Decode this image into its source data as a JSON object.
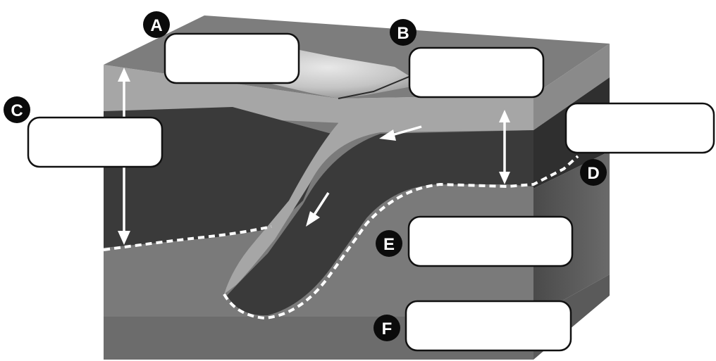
{
  "diagram": {
    "markers": [
      {
        "id": "A",
        "letter": "A"
      },
      {
        "id": "B",
        "letter": "B"
      },
      {
        "id": "C",
        "letter": "C"
      },
      {
        "id": "D",
        "letter": "D"
      },
      {
        "id": "E",
        "letter": "E"
      },
      {
        "id": "F",
        "letter": "F"
      }
    ],
    "answer_boxes": [
      {
        "id": "A",
        "value": ""
      },
      {
        "id": "B",
        "value": ""
      },
      {
        "id": "C",
        "value": ""
      },
      {
        "id": "D",
        "value": ""
      },
      {
        "id": "E",
        "value": ""
      },
      {
        "id": "F",
        "value": ""
      }
    ],
    "colors": {
      "top_surface": "#7d7d7d",
      "mountain_highlight": "#d9d9d9",
      "crust_light": "#a6a6a6",
      "lithosphere_dark": "#3a3a3a",
      "asthenosphere": "#7a7a7a",
      "deep_mantle": "#6c6c6c",
      "side_face_dark": "#2f2f2f",
      "side_face_mid": "#595959",
      "dashed_boundary": "#ffffff",
      "badge": "#0b0b0b"
    }
  }
}
